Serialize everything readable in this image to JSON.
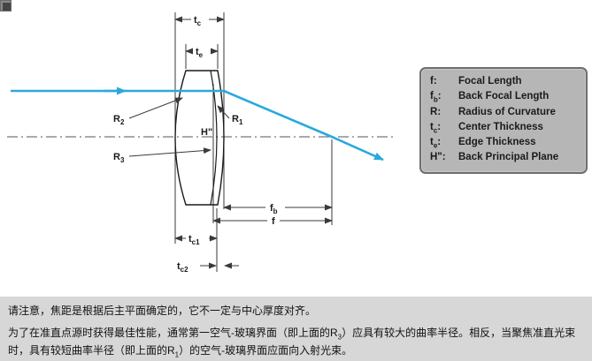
{
  "diagram": {
    "labels": {
      "tc": {
        "pre": "t",
        "sub": "c"
      },
      "te": {
        "pre": "t",
        "sub": "e"
      },
      "r2": {
        "pre": "R",
        "sub": "2"
      },
      "r1": {
        "pre": "R",
        "sub": "1"
      },
      "r3": {
        "pre": "R",
        "sub": "3"
      },
      "h2": {
        "pre": "H\"",
        "sub": ""
      },
      "fb": {
        "pre": "f",
        "sub": "b"
      },
      "f": {
        "pre": "f",
        "sub": ""
      },
      "tc1": {
        "pre": "t",
        "sub": "c1"
      },
      "tc2": {
        "pre": "t",
        "sub": "c2"
      }
    },
    "colors": {
      "ray": "#2aa9dc",
      "line": "#3a3a3a",
      "lens": "#1a1a1a"
    }
  },
  "legend": {
    "items": [
      {
        "pre": "f",
        "sub": "",
        "post": ":",
        "desc": "Focal Length"
      },
      {
        "pre": "f",
        "sub": "b",
        "post": ":",
        "desc": "Back Focal Length"
      },
      {
        "pre": "R",
        "sub": "",
        "post": ":",
        "desc": "Radius of Curvature"
      },
      {
        "pre": "t",
        "sub": "c",
        "post": ":",
        "desc": "Center Thickness"
      },
      {
        "pre": "t",
        "sub": "e",
        "post": ":",
        "desc": "Edge Thickness"
      },
      {
        "pre": "H\"",
        "sub": "",
        "post": ":",
        "desc": "Back Principal Plane"
      }
    ]
  },
  "notes": {
    "para1": "请注意，焦距是根据后主平面确定的，它不一定与中心厚度对齐。",
    "para2": [
      "为了在准直点源时获得最佳性能，通常第一空气-玻璃界面（即上面的R",
      "3",
      "）应具有较大的曲率半径。相反，当聚焦准直光束时，具有较短曲率半径（即上面的R",
      "1",
      "）的空气-玻璃界面应面向入射光束。"
    ]
  }
}
